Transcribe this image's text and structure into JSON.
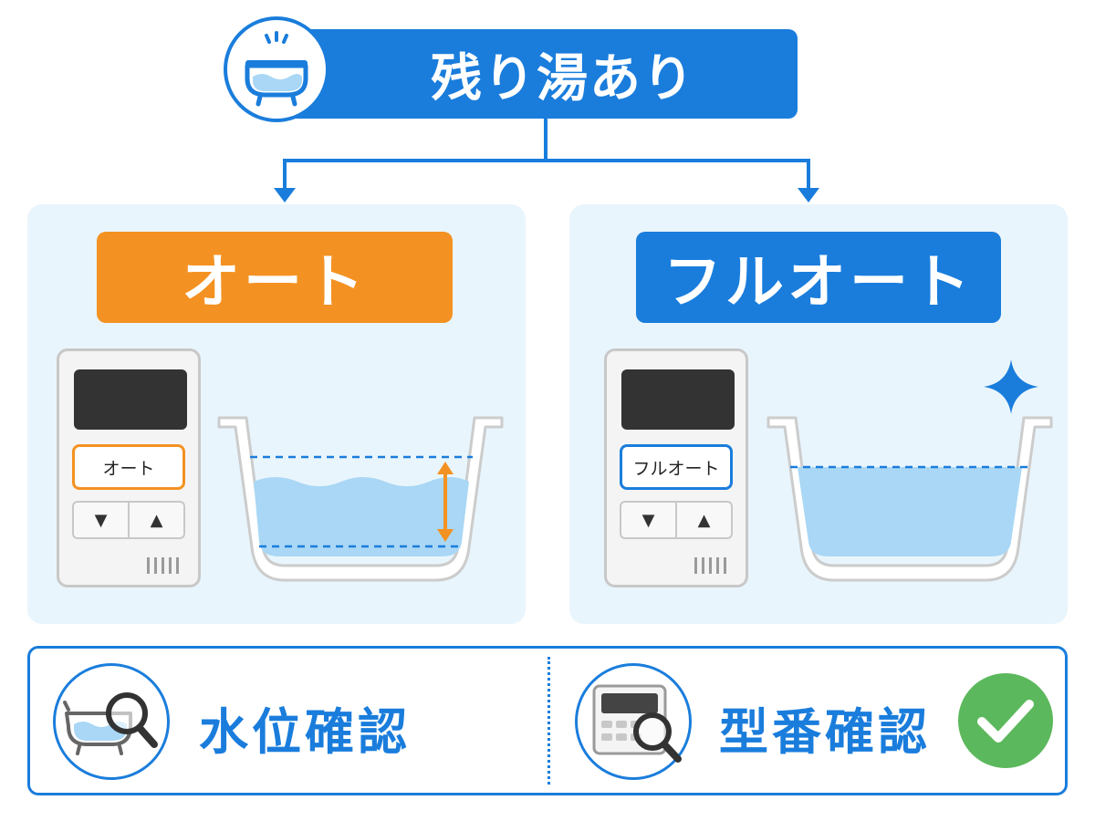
{
  "header": {
    "title": "残り湯あり",
    "icon": "bathtub-icon"
  },
  "panels": [
    {
      "label": "オート",
      "color": "#f39222",
      "remote_button": "オート",
      "level_indicator": "orange-double-arrow-icon"
    },
    {
      "label": "フルオート",
      "color": "#1a7ddc",
      "remote_button": "フルオート",
      "sparkle": "sparkle-icon"
    }
  ],
  "checks": [
    {
      "label": "水位確認",
      "icon": "bathtub-magnifier-icon"
    },
    {
      "label": "型番確認",
      "icon": "remote-magnifier-icon",
      "status_icon": "check-circle-icon",
      "status_color": "#5cb85c"
    }
  ],
  "colors": {
    "primary": "#1a7ddc",
    "accent_orange": "#f39222",
    "panel_bg": "#e9f5fd",
    "water": "#a9d7f5"
  }
}
